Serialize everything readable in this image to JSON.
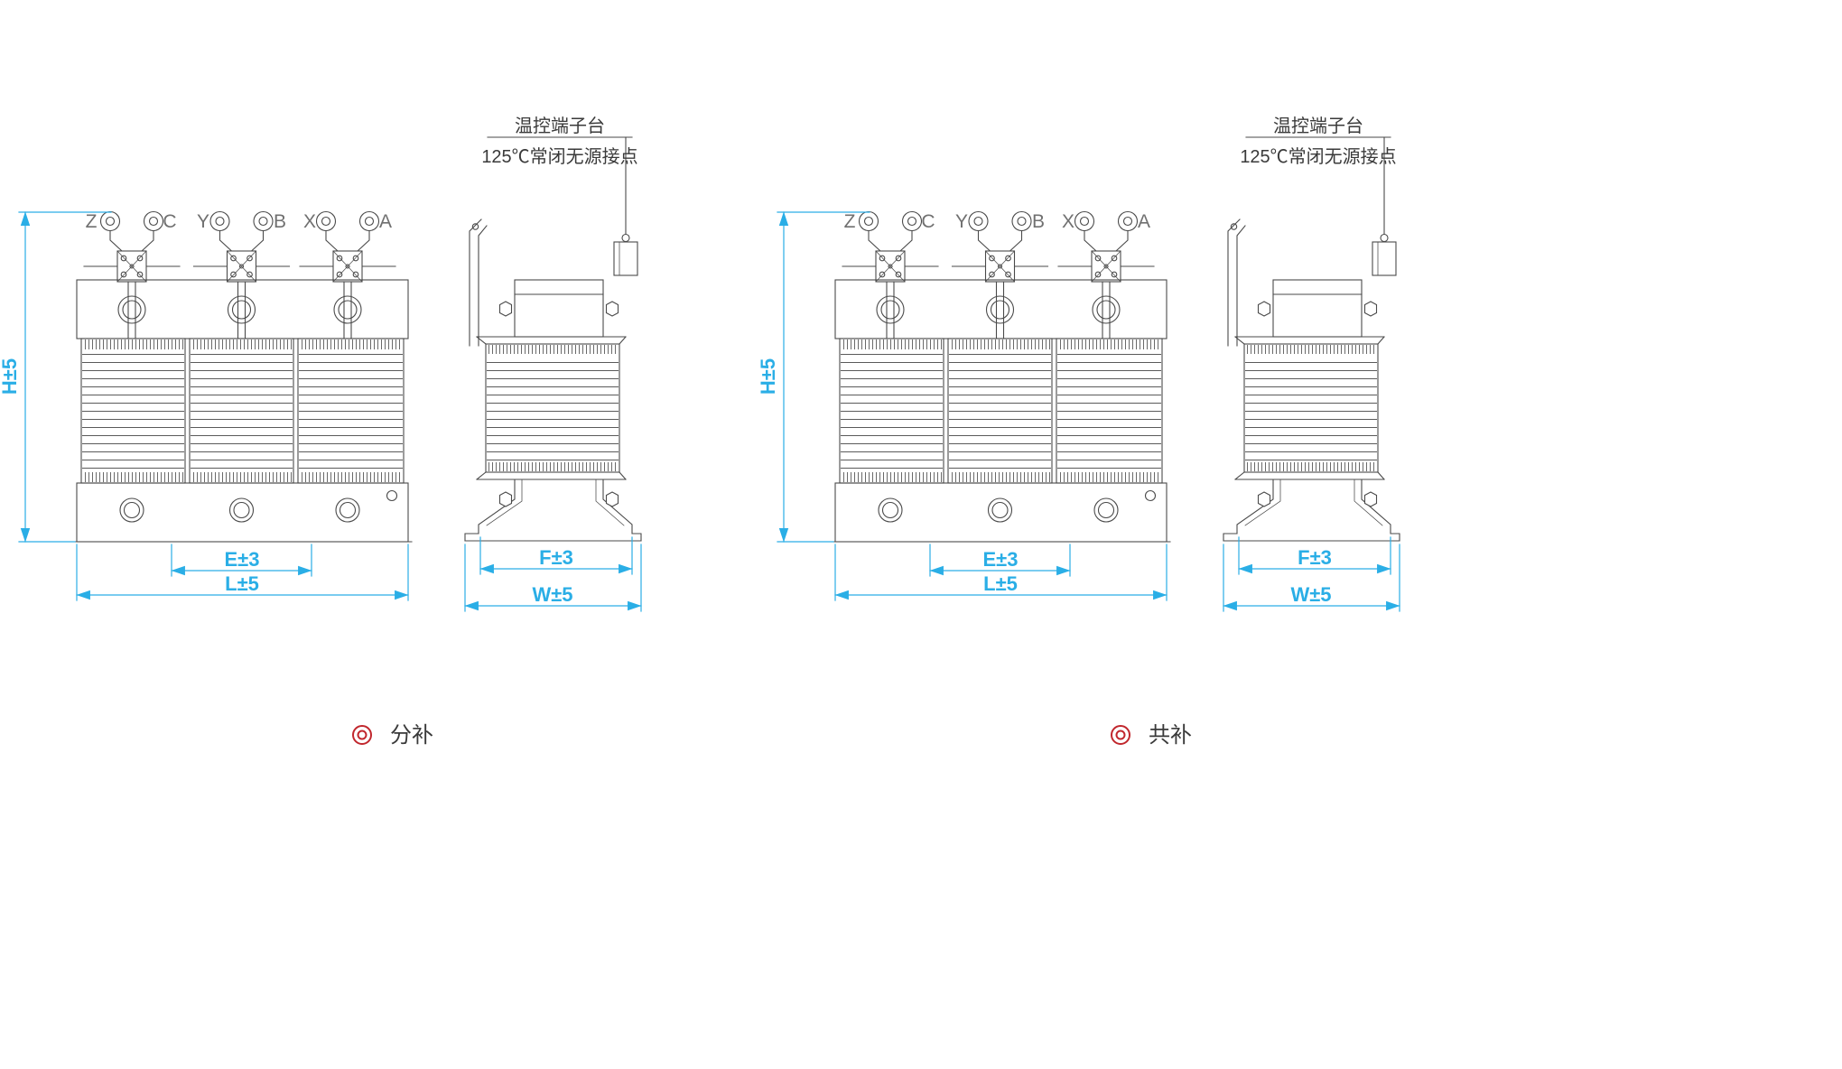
{
  "drawing": {
    "terminals": [
      "Z",
      "C",
      "Y",
      "B",
      "X",
      "A"
    ],
    "thermal_note": {
      "title": "温控端子台",
      "detail": "125℃常闭无源接点"
    },
    "dimensions": {
      "height": "H±5",
      "hole_spacing": "E±3",
      "length": "L±5",
      "foot_spacing": "F±3",
      "width": "W±5"
    },
    "captions": {
      "left": "分补",
      "right": "共补"
    },
    "colors": {
      "drawing_line": "#4a4a4a",
      "dimension_line": "#2aaee6",
      "caption_marker": "#c1272d"
    }
  }
}
